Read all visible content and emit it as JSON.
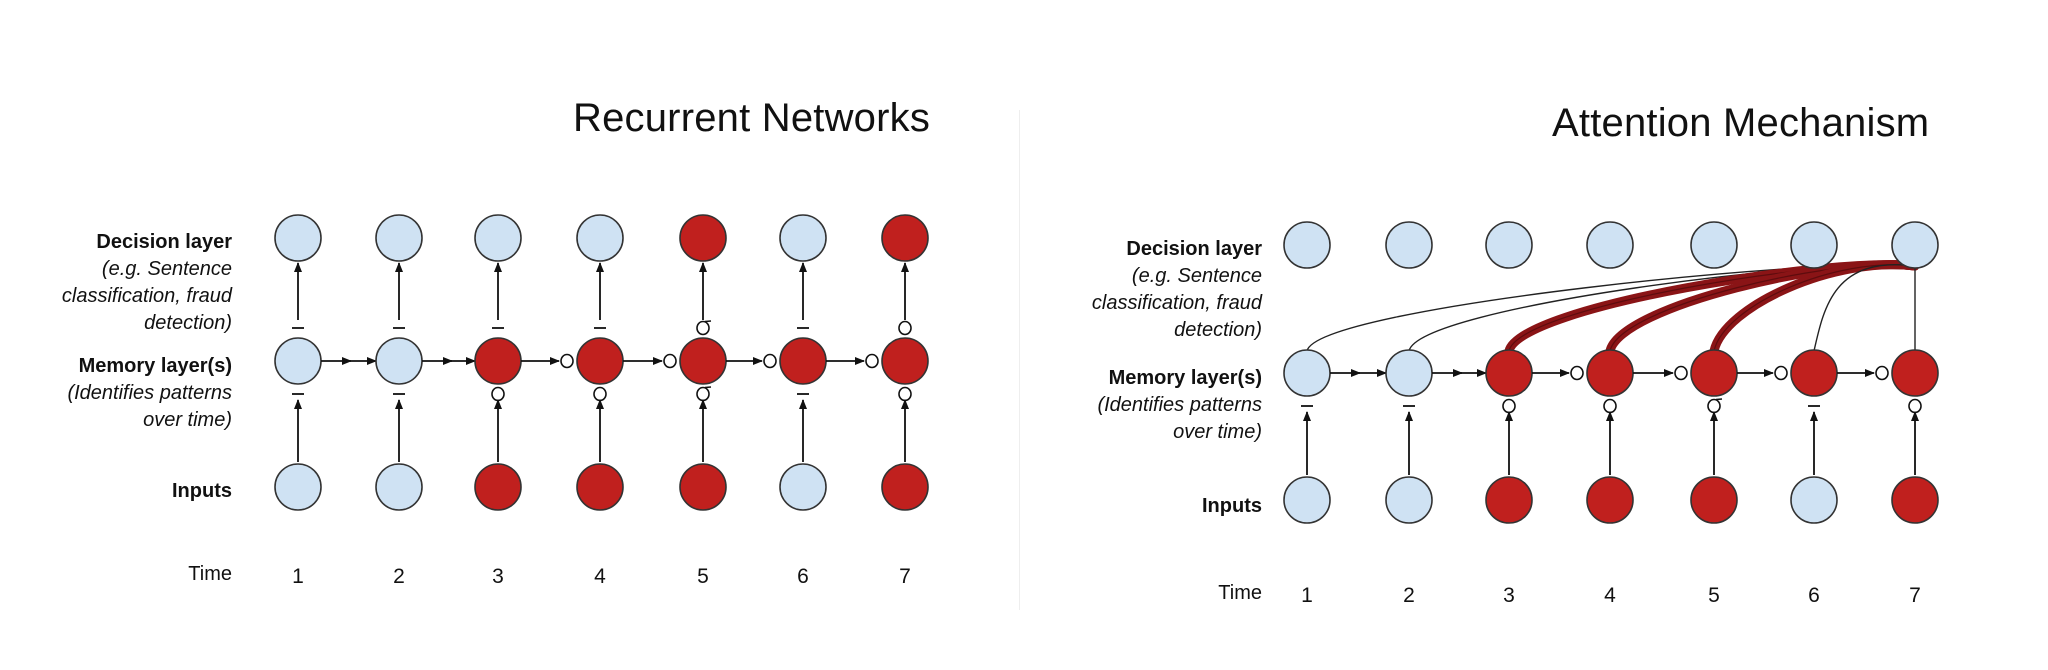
{
  "colors": {
    "light_node": "#cfe2f3",
    "red_node": "#c0201e",
    "attention_curve": "#8a1416",
    "stroke": "#333333"
  },
  "panels": [
    {
      "id": "rnn",
      "title": "Recurrent Networks",
      "labels": {
        "decision_main": "Decision layer",
        "decision_sub_line1": "(e.g. Sentence",
        "decision_sub_line2": "classification, fraud",
        "decision_sub_line3": "detection)",
        "memory_main": "Memory layer(s)",
        "memory_sub_line1": "(Identifies patterns",
        "memory_sub_line2": "over time)",
        "inputs": "Inputs",
        "time": "Time"
      },
      "time_steps": [
        "1",
        "2",
        "3",
        "4",
        "5",
        "6",
        "7"
      ],
      "input_active": [
        false,
        false,
        true,
        true,
        true,
        false,
        true
      ],
      "memory_active": [
        false,
        false,
        true,
        true,
        true,
        true,
        true
      ],
      "decision_active": [
        false,
        false,
        false,
        false,
        true,
        false,
        true
      ],
      "input_marks": [
        "–",
        "–",
        "o",
        "o",
        "σ",
        "–",
        "o"
      ],
      "decision_marks": [
        "–",
        "–",
        "–",
        "–",
        "σ",
        "–",
        "o"
      ],
      "recurrent_marks": [
        "",
        "",
        "o",
        "o",
        "o",
        "o"
      ]
    },
    {
      "id": "attention",
      "title": "Attention Mechanism",
      "labels": {
        "decision_main": "Decision layer",
        "decision_sub_line1": "(e.g. Sentence",
        "decision_sub_line2": "classification, fraud",
        "decision_sub_line3": "detection)",
        "memory_main": "Memory layer(s)",
        "memory_sub_line1": "(Identifies patterns",
        "memory_sub_line2": "over time)",
        "inputs": "Inputs",
        "time": "Time"
      },
      "time_steps": [
        "1",
        "2",
        "3",
        "4",
        "5",
        "6",
        "7"
      ],
      "input_active": [
        false,
        false,
        true,
        true,
        true,
        false,
        true
      ],
      "memory_active": [
        false,
        false,
        true,
        true,
        true,
        true,
        true
      ],
      "decision_active": [
        false,
        false,
        false,
        false,
        false,
        false,
        false
      ],
      "input_marks": [
        "–",
        "–",
        "o",
        "o",
        "σ",
        "–",
        "o"
      ],
      "recurrent_marks": [
        "",
        "",
        "o",
        "o",
        "o",
        "o"
      ],
      "attention_strength": [
        "thin",
        "thin",
        "thick",
        "thick",
        "thick",
        "thin",
        "thin"
      ]
    }
  ]
}
